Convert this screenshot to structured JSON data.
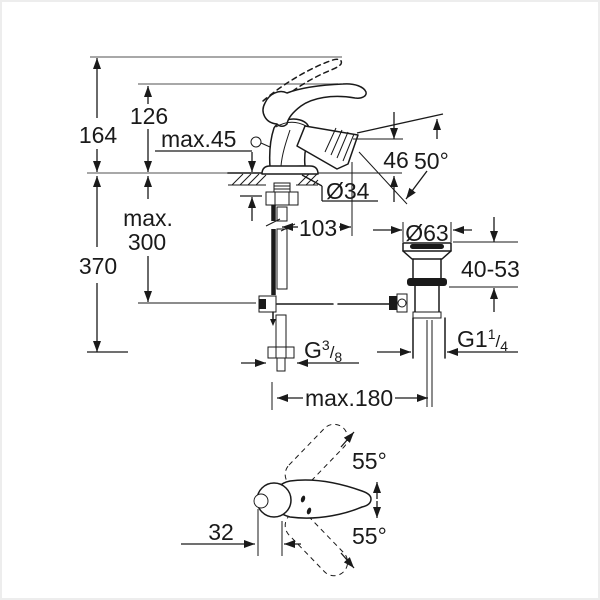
{
  "drawing": {
    "type": "technical-dimension-drawing",
    "background": "#ffffff",
    "line_color": "#1a1a1a",
    "reference_line_color": "#8c8c8c",
    "side_view": {
      "height_overall": "164",
      "height_to_lever_top": "126",
      "max_deck_thickness": "max.45",
      "spout_outlet_height": "46",
      "spout_angle": "50°",
      "tap_hole_diameter": "Ø34",
      "spout_projection": "103",
      "max_rod_depth_line1": "max.",
      "max_rod_depth_line2": "300",
      "supply_hose_depth": "370",
      "supply_thread": {
        "base": "G",
        "sup": "3",
        "slash": "/",
        "sub": "8"
      },
      "max_hose_reach": "max.180"
    },
    "drain": {
      "flange_diameter": "Ø63",
      "clamping_range": "40-53",
      "waste_thread": {
        "base": "G1",
        "sup": "1",
        "slash": "/",
        "sub": "4"
      }
    },
    "top_view": {
      "swing_angle_upper": "55°",
      "swing_angle_lower": "55°",
      "handle_front_offset": "32"
    }
  }
}
